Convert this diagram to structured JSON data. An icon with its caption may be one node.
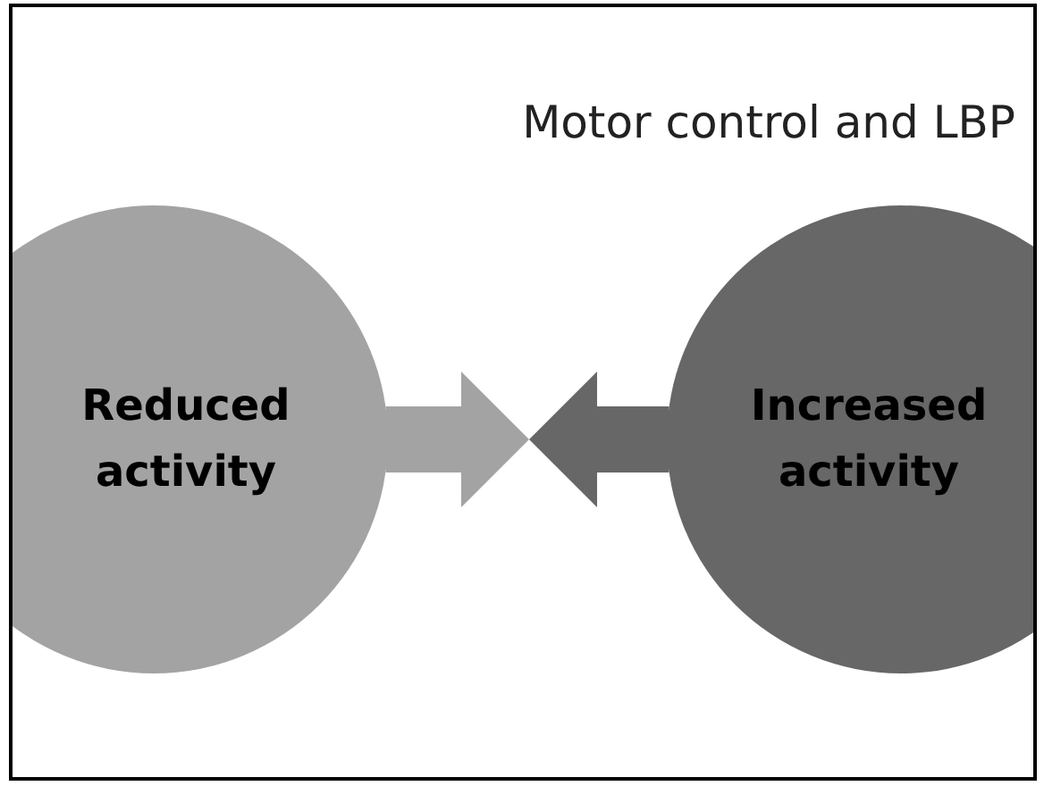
{
  "diagram": {
    "title": "Motor control and LBP",
    "nodes": [
      {
        "text": [
          "Reduced activity"
        ]
      },
      {
        "text": [
          "Increased activity"
        ]
      }
    ],
    "edges": [
      {
        "from": 0,
        "to": null,
        "arrow": "to",
        "color": "#a3a3a3"
      },
      {
        "from": 1,
        "to": null,
        "arrow": "to",
        "color": "#676767"
      }
    ]
  }
}
